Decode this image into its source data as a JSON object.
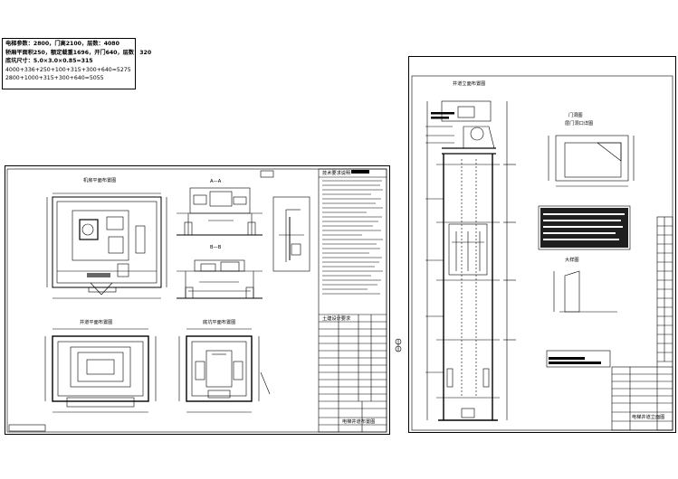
{
  "spec_note": {
    "lines": [
      "电梯参数：2800，门高2100，层数：4080",
      "轿厢平面积250，额定载重1696，开门640，层数：320",
      "底坑尺寸：5.0×3.0×0.85=315",
      "4000+336+250+100+315+300+640=5275",
      "2800+1000+315+300+640=5055"
    ]
  },
  "sheet_left": {
    "view_titles": {
      "machine_room_plan": "机房平面布置图",
      "section_aa": "A—A",
      "section_bb": "B—B",
      "hoistway_plan": "井道平面布置图",
      "pit_plan": "底坑平面布置图"
    },
    "notes_title": "技术要求说明",
    "table_title": "土建设计要求",
    "title_block_label": "电梯井道布置图"
  },
  "sheet_right": {
    "view_titles": {
      "elevation": "井道立面布置图",
      "door_section": "门洞图",
      "detail": "大样图",
      "door_sub": "层门洞口详图"
    },
    "title_block_label": "电梯井道立面图"
  }
}
